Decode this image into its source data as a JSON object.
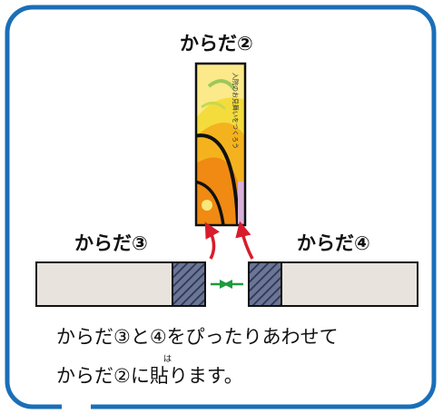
{
  "labels": {
    "body2": "からだ②",
    "body3": "からだ③",
    "body4": "からだ④"
  },
  "instruction": {
    "line1": "からだ③と④をぴったりあわせて",
    "line2": "からだ②に貼ります。",
    "furigana": "は"
  },
  "strip_text": "入院のお見舞いをつくろう",
  "colors": {
    "frame": "#1a6fb8",
    "arrow_red": "#d81c2c",
    "arrow_green": "#1e9a3e",
    "strip_fill": "#e8e3dd",
    "hatch": "#3e4a6e"
  }
}
